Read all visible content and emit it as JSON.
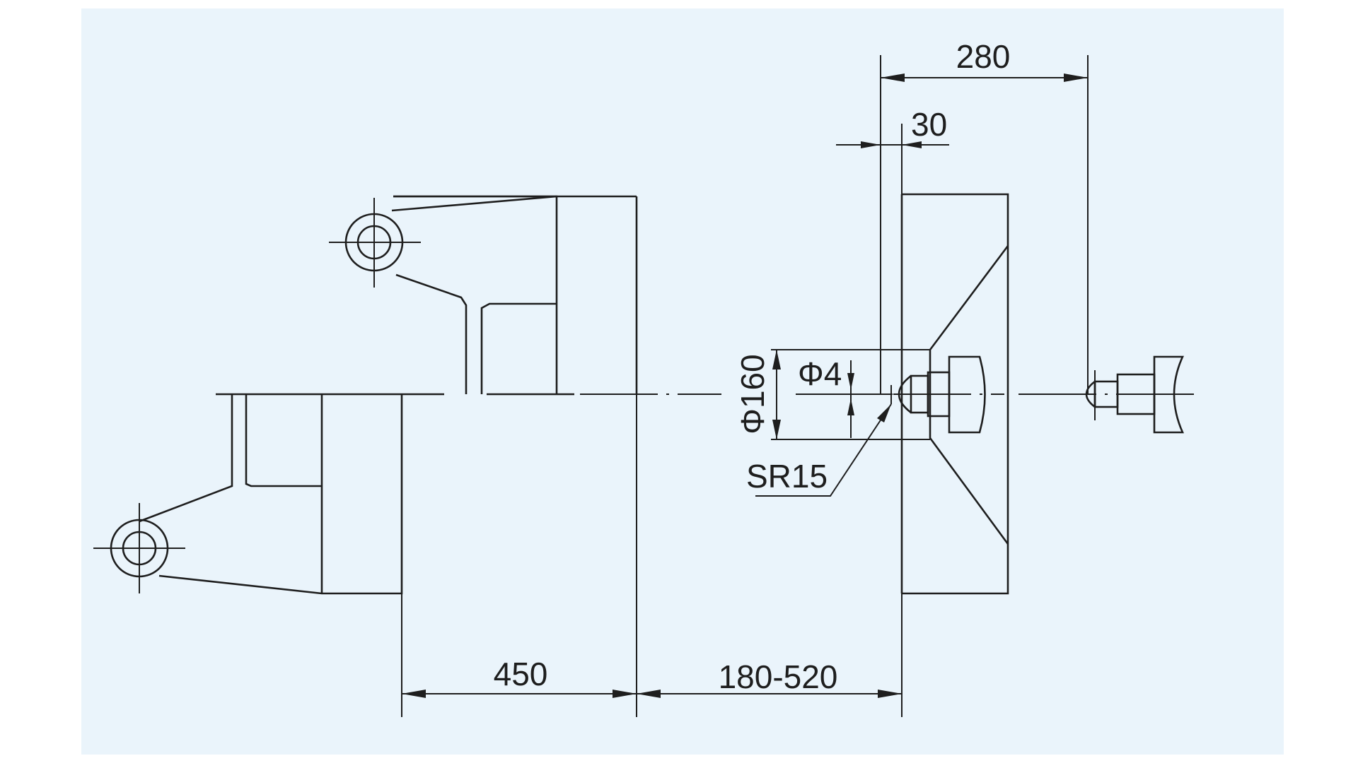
{
  "colors": {
    "panel_background": "#eaf4fb",
    "page_background": "#ffffff",
    "line": "#1e1e1e"
  },
  "dimensions": {
    "stroke_length": "450",
    "opening_range": "180-520",
    "distance_top": "280",
    "offset_top": "30",
    "platen_hole_diameter": "Φ160",
    "nozzle_orifice": "Φ4",
    "nozzle_radius": "SR15"
  }
}
